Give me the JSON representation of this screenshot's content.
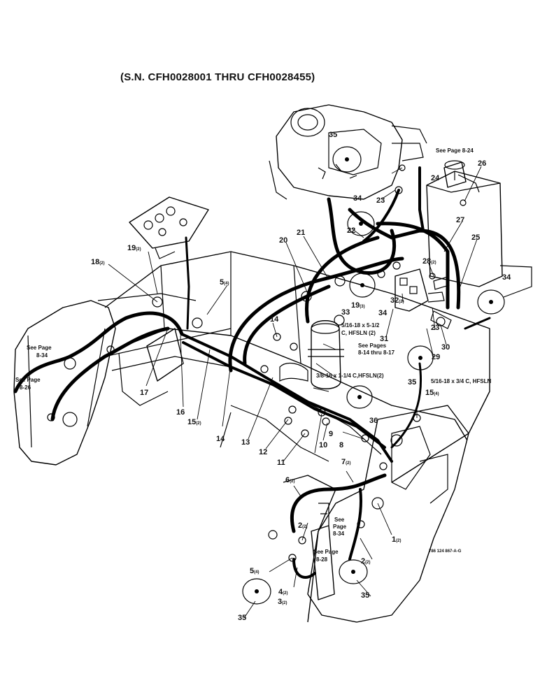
{
  "title": "(S.N. CFH0028001 THRU CFH0028455)",
  "drawing_code": "786 124 867-A-G",
  "callouts": [
    {
      "id": "c1",
      "num": "1",
      "qty": "(2)"
    },
    {
      "id": "c2a",
      "num": "2",
      "qty": "(2)"
    },
    {
      "id": "c2b",
      "num": "2",
      "qty": "(2)"
    },
    {
      "id": "c3",
      "num": "3",
      "qty": "(2)"
    },
    {
      "id": "c4",
      "num": "4",
      "qty": "(2)"
    },
    {
      "id": "c5a",
      "num": "5",
      "qty": "(4)"
    },
    {
      "id": "c5b",
      "num": "5",
      "qty": "(4)"
    },
    {
      "id": "c6",
      "num": "6",
      "qty": "(2)"
    },
    {
      "id": "c7",
      "num": "7",
      "qty": "(2)"
    },
    {
      "id": "c8",
      "num": "8",
      "qty": ""
    },
    {
      "id": "c9",
      "num": "9",
      "qty": ""
    },
    {
      "id": "c10",
      "num": "10",
      "qty": ""
    },
    {
      "id": "c11",
      "num": "11",
      "qty": ""
    },
    {
      "id": "c12",
      "num": "12",
      "qty": ""
    },
    {
      "id": "c13",
      "num": "13",
      "qty": ""
    },
    {
      "id": "c14a",
      "num": "14",
      "qty": ""
    },
    {
      "id": "c14b",
      "num": "14",
      "qty": ""
    },
    {
      "id": "c15a",
      "num": "15",
      "qty": "(2)"
    },
    {
      "id": "c15b",
      "num": "15",
      "qty": "(4)"
    },
    {
      "id": "c16",
      "num": "16",
      "qty": ""
    },
    {
      "id": "c17",
      "num": "17",
      "qty": ""
    },
    {
      "id": "c18",
      "num": "18",
      "qty": "(2)"
    },
    {
      "id": "c19a",
      "num": "19",
      "qty": "(2)"
    },
    {
      "id": "c19b",
      "num": "19",
      "qty": "(3)"
    },
    {
      "id": "c20",
      "num": "20",
      "qty": ""
    },
    {
      "id": "c21",
      "num": "21",
      "qty": ""
    },
    {
      "id": "c22",
      "num": "22",
      "qty": ""
    },
    {
      "id": "c23a",
      "num": "23",
      "qty": ""
    },
    {
      "id": "c23b",
      "num": "23",
      "qty": ""
    },
    {
      "id": "c24",
      "num": "24",
      "qty": ""
    },
    {
      "id": "c25",
      "num": "25",
      "qty": ""
    },
    {
      "id": "c26",
      "num": "26",
      "qty": ""
    },
    {
      "id": "c27",
      "num": "27",
      "qty": ""
    },
    {
      "id": "c28",
      "num": "28",
      "qty": "(2)"
    },
    {
      "id": "c29",
      "num": "29",
      "qty": ""
    },
    {
      "id": "c30",
      "num": "30",
      "qty": ""
    },
    {
      "id": "c31",
      "num": "31",
      "qty": ""
    },
    {
      "id": "c32",
      "num": "32",
      "qty": "(2)"
    },
    {
      "id": "c33",
      "num": "33",
      "qty": ""
    },
    {
      "id": "c34a",
      "num": "34",
      "qty": ""
    },
    {
      "id": "c34b",
      "num": "34",
      "qty": ""
    },
    {
      "id": "c34c",
      "num": "34",
      "qty": ""
    },
    {
      "id": "c35a",
      "num": "35",
      "qty": ""
    },
    {
      "id": "c35b",
      "num": "35",
      "qty": ""
    },
    {
      "id": "c35c",
      "num": "35",
      "qty": ""
    },
    {
      "id": "c35d",
      "num": "35",
      "qty": ""
    },
    {
      "id": "c36",
      "num": "36",
      "qty": ""
    }
  ],
  "notes": {
    "bolt_1": "5/16-18 x 5-1/2",
    "bolt_1b": "C, HFSLN (2)",
    "bolt_2": "3/8-16 x 1-1/4 C,HFSLN(2)",
    "bolt_3": "5/16-18 x 3/4 C, HFSLN",
    "see_pages_a": "See Pages",
    "see_pages_b": "8-14 thru 8-17"
  },
  "page_refs": [
    {
      "id": "r824",
      "line1": "See Page 8-24",
      "line2": ""
    },
    {
      "id": "r834a",
      "line1": "See Page",
      "line2": "8-34"
    },
    {
      "id": "r826",
      "line1": "See Page",
      "line2": "8-26"
    },
    {
      "id": "r834b",
      "line1": "See",
      "line2": "Page"
    },
    {
      "id": "r834b3",
      "line1": "8-34",
      "line2": ""
    },
    {
      "id": "r828",
      "line1": "See Page",
      "line2": "8-28"
    }
  ]
}
